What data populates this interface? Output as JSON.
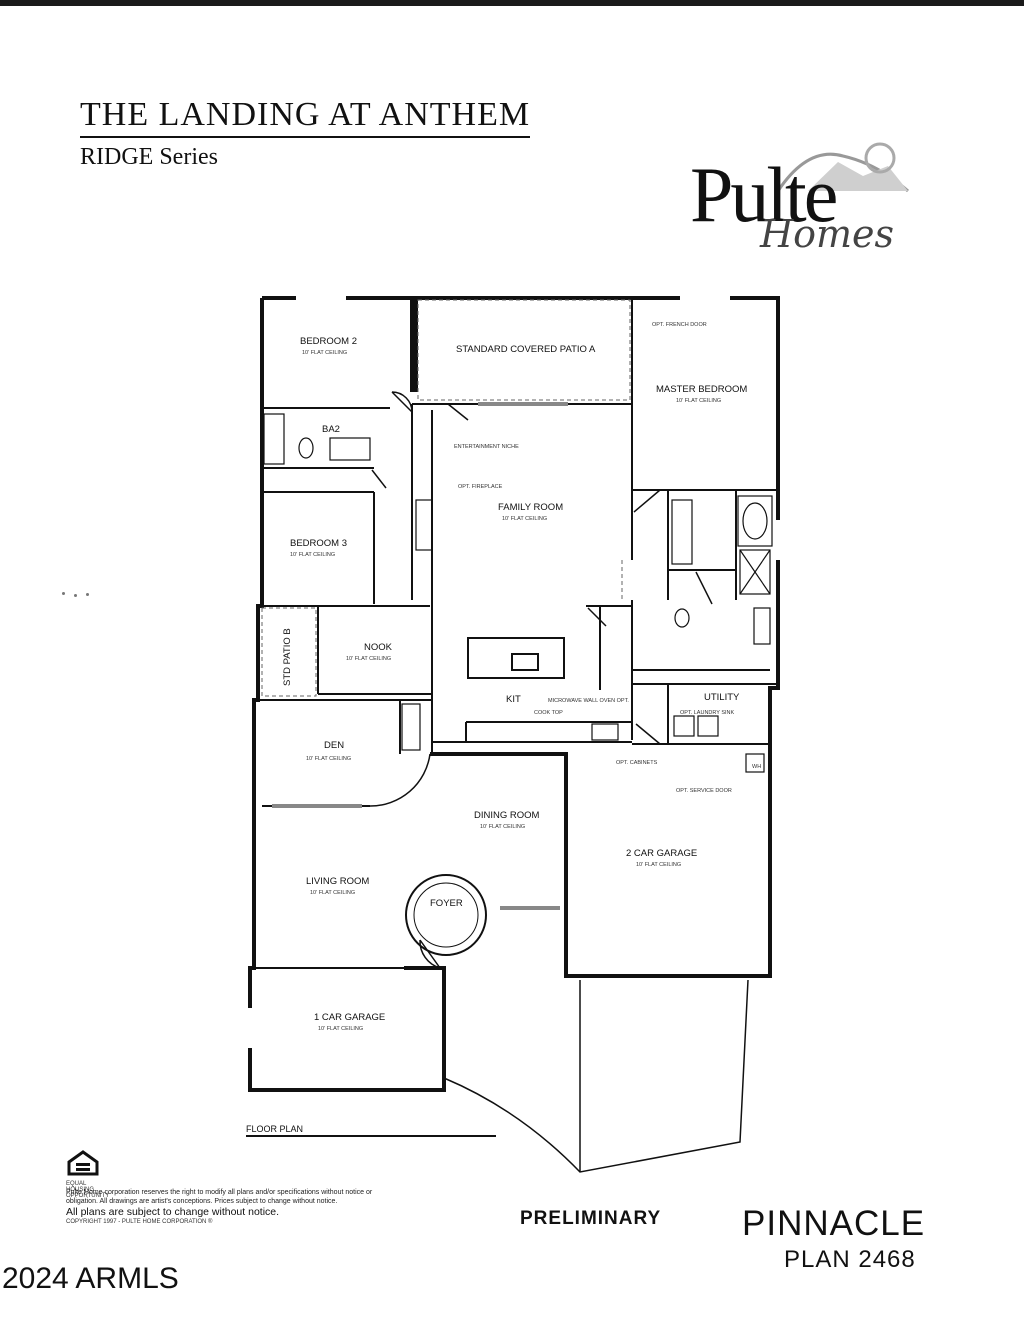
{
  "header": {
    "title": "THE LANDING AT ANTHEM",
    "subtitle": "RIDGE Series"
  },
  "logo": {
    "main": "Pulte",
    "script": "Homes"
  },
  "rooms": {
    "bedroom2": {
      "name": "BEDROOM 2",
      "ceiling": "10' FLAT CEILING"
    },
    "patio": {
      "name": "STANDARD COVERED PATIO A"
    },
    "master": {
      "name": "MASTER BEDROOM",
      "ceiling": "10' FLAT CEILING"
    },
    "bath2": {
      "name": "BA2"
    },
    "bedroom3": {
      "name": "BEDROOM 3",
      "ceiling": "10' FLAT CEILING"
    },
    "family": {
      "name": "FAMILY ROOM",
      "ceiling": "10' FLAT CEILING"
    },
    "nook": {
      "name": "NOOK",
      "ceiling": "10' FLAT CEILING"
    },
    "std_patio": {
      "name": "STD PATIO B"
    },
    "kitchen": {
      "name": "KIT"
    },
    "utility": {
      "name": "UTILITY"
    },
    "den": {
      "name": "DEN",
      "ceiling": "10' FLAT CEILING"
    },
    "dining": {
      "name": "DINING ROOM",
      "ceiling": "10' FLAT CEILING"
    },
    "garage2": {
      "name": "2 CAR GARAGE",
      "ceiling": "10' FLAT CEILING"
    },
    "living": {
      "name": "LIVING ROOM",
      "ceiling": "10' FLAT CEILING"
    },
    "foyer": {
      "name": "FOYER"
    },
    "garage1": {
      "name": "1 CAR GARAGE",
      "ceiling": "10' FLAT CEILING"
    }
  },
  "notes": {
    "french_door": "OPT. FRENCH DOOR",
    "entertainment": "ENTERTAINMENT NICHE",
    "fireplace": "OPT. FIREPLACE",
    "microwave": "MICROWAVE WALL OVEN OPT.",
    "cook_top": "COOK TOP",
    "laundry": "OPT. LAUNDRY SINK",
    "cabinets": "OPT. CABINETS",
    "service_door": "OPT. SERVICE DOOR",
    "wh": "WH"
  },
  "floor_plan_label": "FLOOR PLAN",
  "eho_text": "EQUAL HOUSING OPPORTUNITY",
  "disclaimer": {
    "fine": "Pulte Home corporation reserves the right to modify all plans and/or specifications without notice or obligation. All drawings are artist's conceptions. Prices subject to change without notice.",
    "strong": "All plans are subject to change without notice.",
    "copyright": "COPYRIGHT 1997 - PULTE HOME CORPORATION ®"
  },
  "preliminary": "PRELIMINARY",
  "model_name": "PINNACLE",
  "plan_number": "PLAN 2468",
  "watermark": "2024 ARMLS"
}
